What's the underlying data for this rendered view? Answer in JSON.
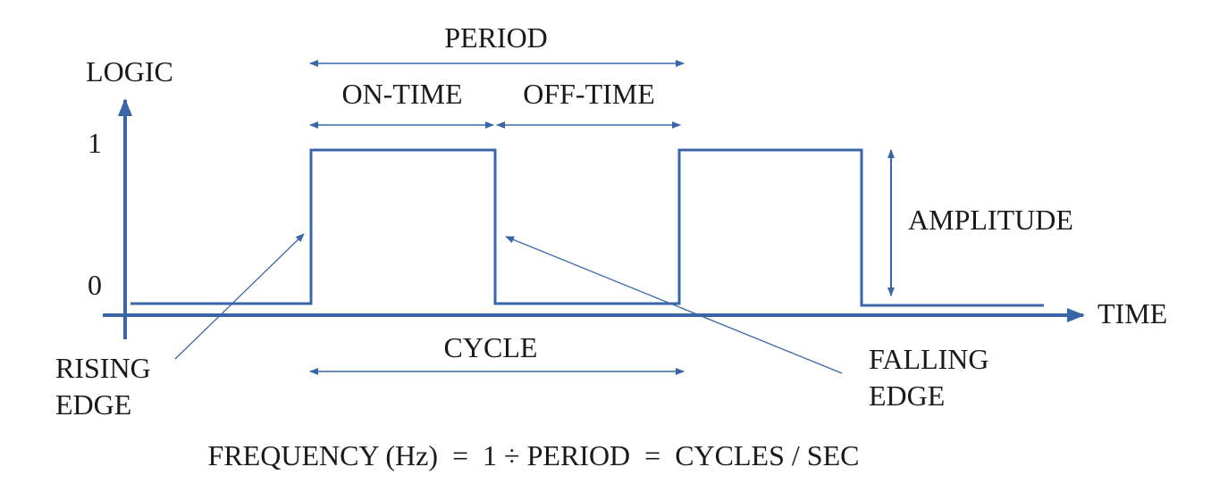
{
  "colors": {
    "signal": "#3a66a8",
    "annotation": "#3a66a8",
    "text": "#1a1a1a",
    "background": "#ffffff"
  },
  "labels": {
    "period": "PERIOD",
    "on_time": "ON-TIME",
    "off_time": "OFF-TIME",
    "logic": "LOGIC",
    "one": "1",
    "zero": "0",
    "amplitude": "AMPLITUDE",
    "time": "TIME",
    "cycle": "CYCLE",
    "rising_edge": [
      "RISING",
      "EDGE"
    ],
    "falling_edge": [
      "FALLING",
      "EDGE"
    ],
    "frequency_formula": "FREQUENCY (Hz)  =  1 ÷ PERIOD  =  CYCLES / SEC"
  }
}
